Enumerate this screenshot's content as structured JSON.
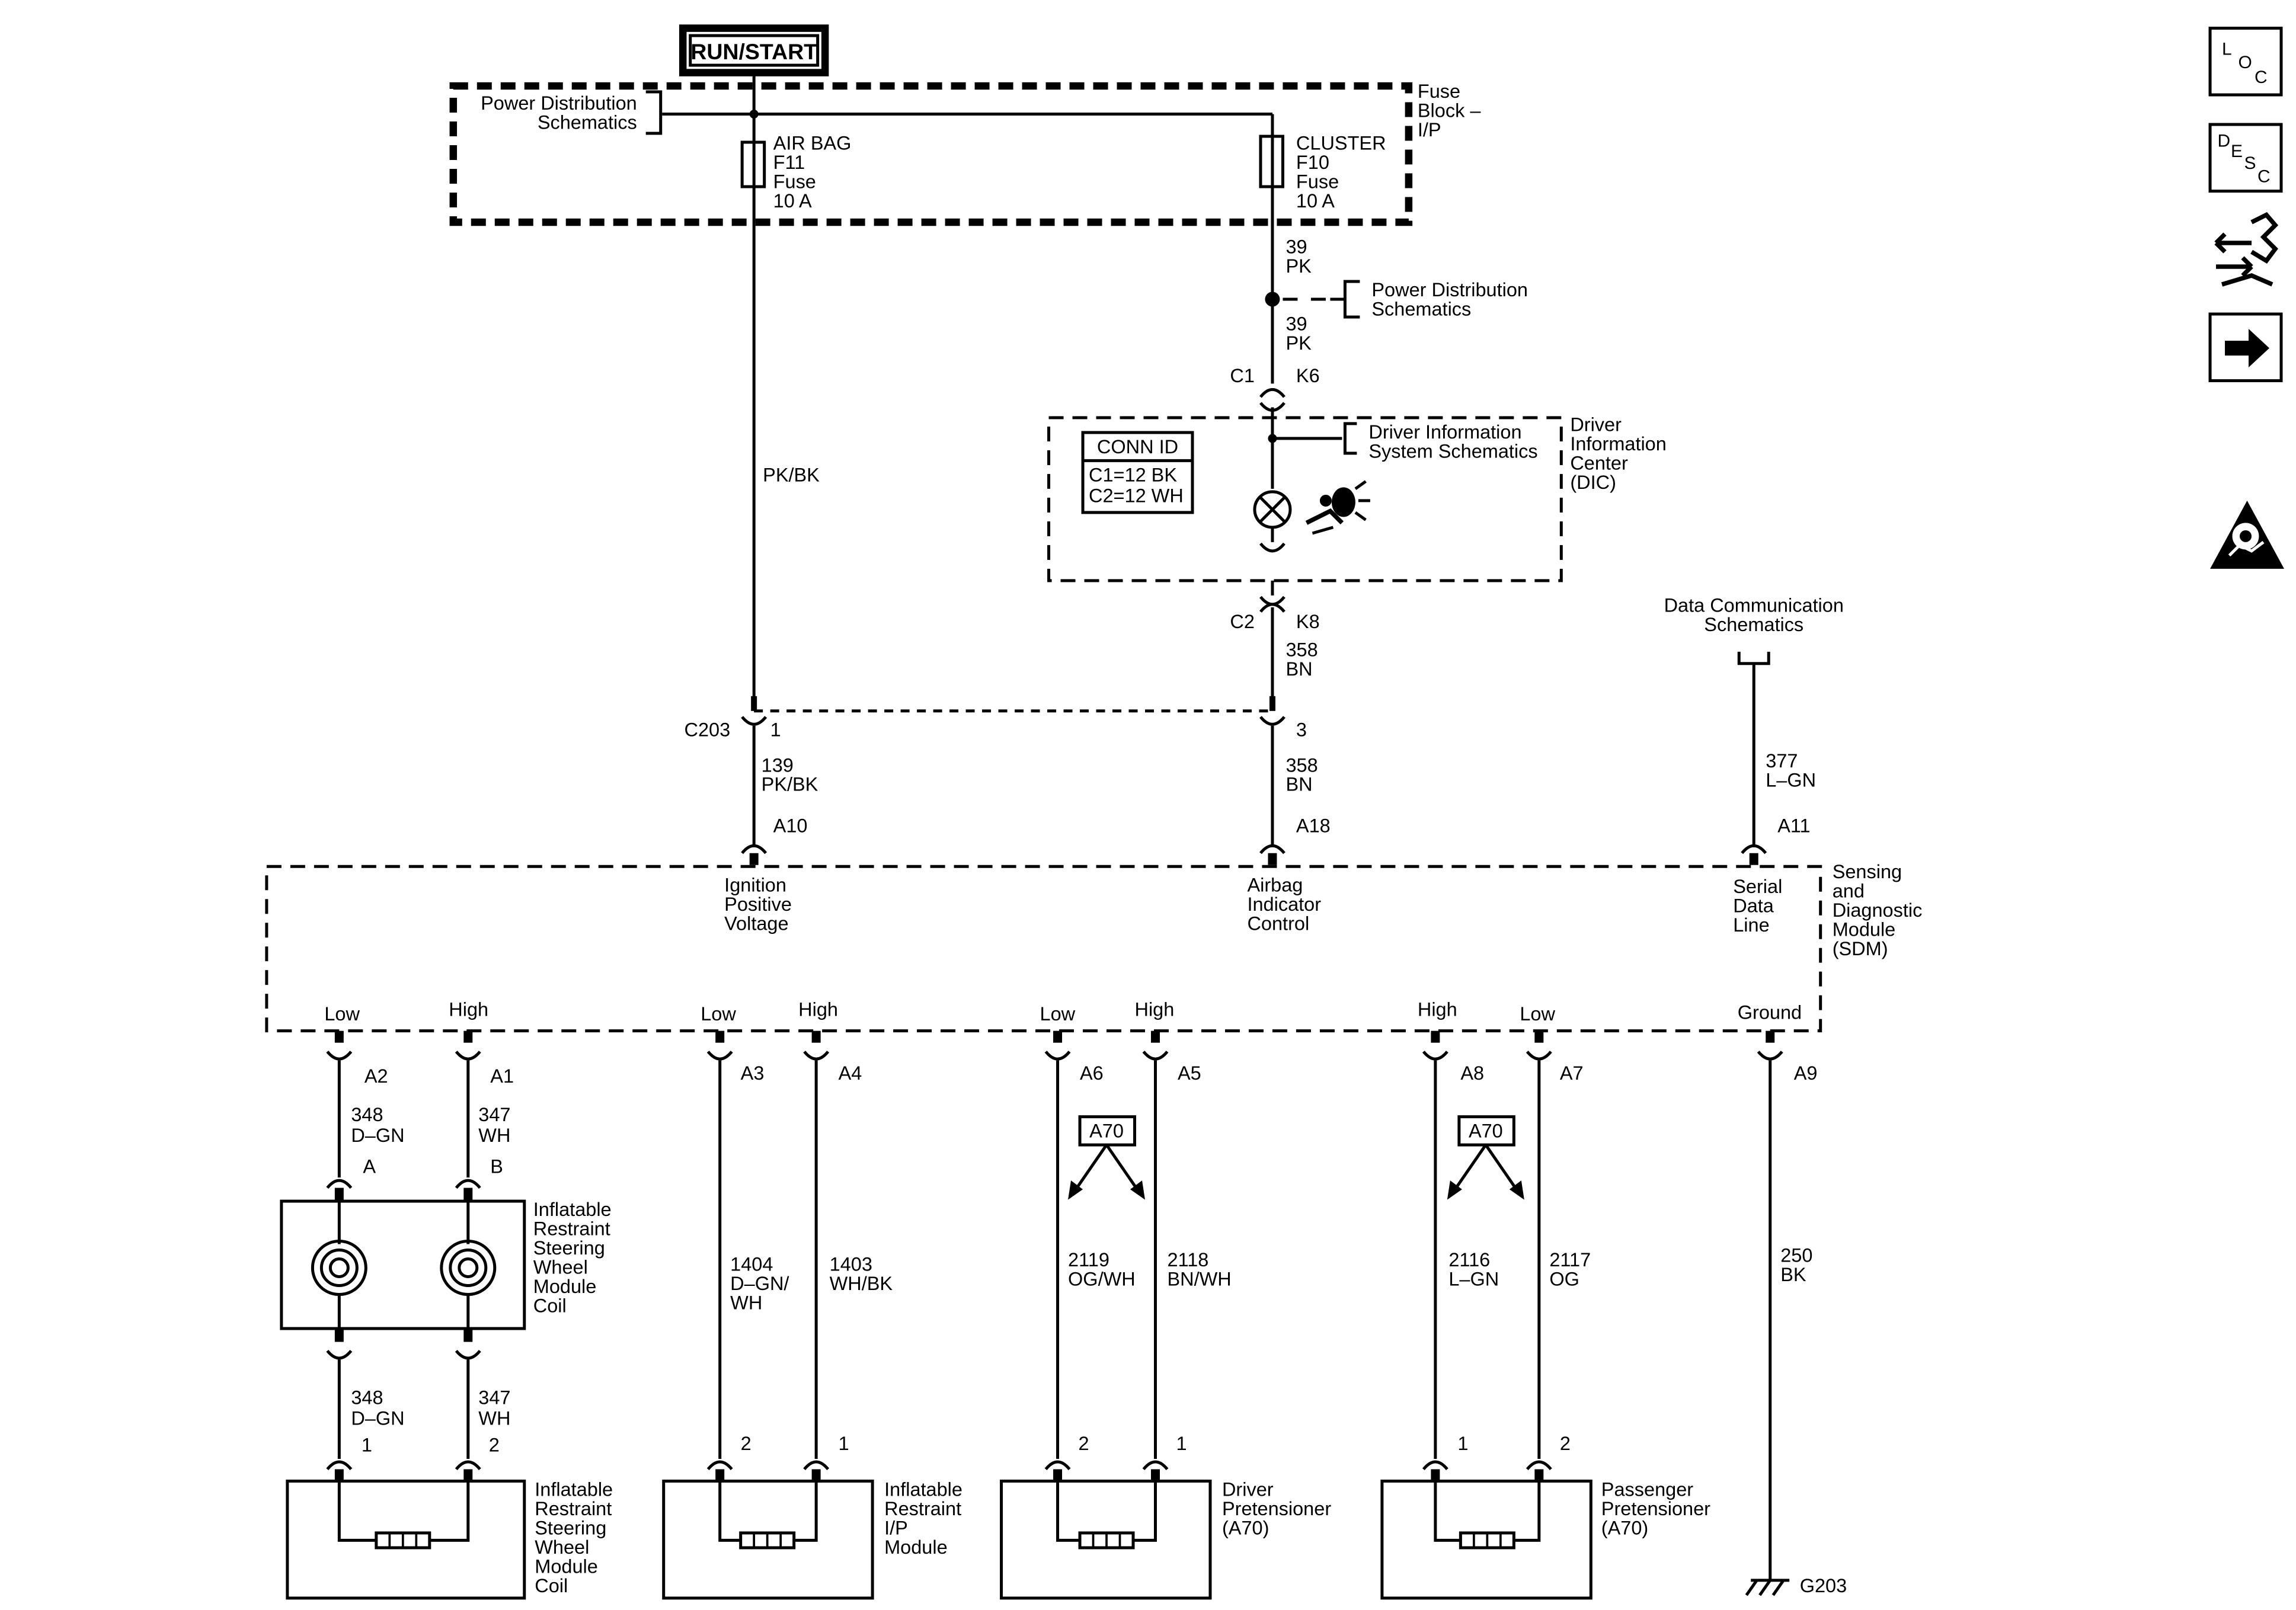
{
  "power": {
    "run_start": "RUN/START"
  },
  "fuse_block": {
    "label": [
      "Fuse",
      "Block –",
      "I/P"
    ],
    "pds_ref": [
      "Power Distribution",
      "Schematics"
    ],
    "fuse_f11": [
      "AIR BAG",
      "F11",
      "Fuse",
      "10 A"
    ],
    "fuse_f10": [
      "CLUSTER",
      "F10",
      "Fuse",
      "10 A"
    ]
  },
  "cluster_circuit": {
    "wire_top": [
      "39",
      "PK"
    ],
    "splice_ref": [
      "Power Distribution",
      "Schematics"
    ],
    "wire_mid": [
      "39",
      "PK"
    ],
    "c1": "C1",
    "k6": "K6",
    "c2": "C2",
    "k8": "K8",
    "wire_358_upper": [
      "358",
      "BN"
    ],
    "c203_pin3": "3",
    "wire_358_lower": [
      "358",
      "BN"
    ],
    "a18": "A18"
  },
  "dic": {
    "label": [
      "Driver",
      "Information",
      "Center",
      "(DIC)"
    ],
    "dis_ref": [
      "Driver Information",
      "System Schematics"
    ],
    "conn_id_title": "CONN ID",
    "conn_id_lines": [
      "C1=12 BK",
      "C2=12 WH"
    ]
  },
  "airbag_circuit": {
    "wire_pkbk": "PK/BK",
    "c203": "C203",
    "c203_pin1": "1",
    "wire_139": [
      "139",
      "PK/BK"
    ],
    "a10": "A10"
  },
  "data_comm": {
    "ref": [
      "Data Communication",
      "Schematics"
    ],
    "wire_377": [
      "377",
      "L–GN"
    ],
    "a11": "A11"
  },
  "sdm": {
    "label": [
      "Sensing",
      "and",
      "Diagnostic",
      "Module",
      "(SDM)"
    ],
    "ignition": [
      "Ignition",
      "Positive",
      "Voltage"
    ],
    "airbag_indicator": [
      "Airbag",
      "Indicator",
      "Control"
    ],
    "serial_data": [
      "Serial",
      "Data",
      "Line"
    ],
    "pin_labels": [
      "Low",
      "High",
      "Low",
      "High",
      "Low",
      "High",
      "High",
      "Low",
      "Ground"
    ]
  },
  "steering_coil": {
    "pin_a2": "A2",
    "pin_a1": "A1",
    "wire_348_upper": [
      "348",
      "D–GN"
    ],
    "wire_347_upper": [
      "347",
      "WH"
    ],
    "conn_a": "A",
    "conn_b": "B",
    "coil_label": [
      "Inflatable",
      "Restraint",
      "Steering",
      "Wheel",
      "Module",
      "Coil"
    ],
    "wire_348_lower": [
      "348",
      "D–GN"
    ],
    "wire_347_lower": [
      "347",
      "WH"
    ],
    "pin_1": "1",
    "pin_2": "2",
    "module_label": [
      "Inflatable",
      "Restraint",
      "Steering",
      "Wheel",
      "Module",
      "Coil"
    ]
  },
  "ip_module": {
    "pin_a3": "A3",
    "pin_a4": "A4",
    "wire_1404": [
      "1404",
      "D–GN/",
      "WH"
    ],
    "wire_1403": [
      "1403",
      "WH/BK"
    ],
    "pin_2": "2",
    "pin_1": "1",
    "label": [
      "Inflatable",
      "Restraint",
      "I/P",
      "Module"
    ]
  },
  "driver_pretensioner": {
    "pin_a6": "A6",
    "pin_a5": "A5",
    "ref": "A70",
    "wire_2119": [
      "2119",
      "OG/WH"
    ],
    "wire_2118": [
      "2118",
      "BN/WH"
    ],
    "pin_2": "2",
    "pin_1": "1",
    "label": [
      "Driver",
      "Pretensioner",
      "(A70)"
    ]
  },
  "passenger_pretensioner": {
    "pin_a8": "A8",
    "pin_a7": "A7",
    "ref": "A70",
    "wire_2116": [
      "2116",
      "L–GN"
    ],
    "wire_2117": [
      "2117",
      "OG"
    ],
    "pin_1": "1",
    "pin_2": "2",
    "label": [
      "Passenger",
      "Pretensioner",
      "(A70)"
    ]
  },
  "ground": {
    "pin_a9": "A9",
    "wire_250": [
      "250",
      "BK"
    ],
    "g203": "G203"
  },
  "side_icons": {
    "loc": [
      "L",
      "O",
      "C"
    ],
    "desc": [
      "D",
      "E",
      "S",
      "C"
    ]
  }
}
